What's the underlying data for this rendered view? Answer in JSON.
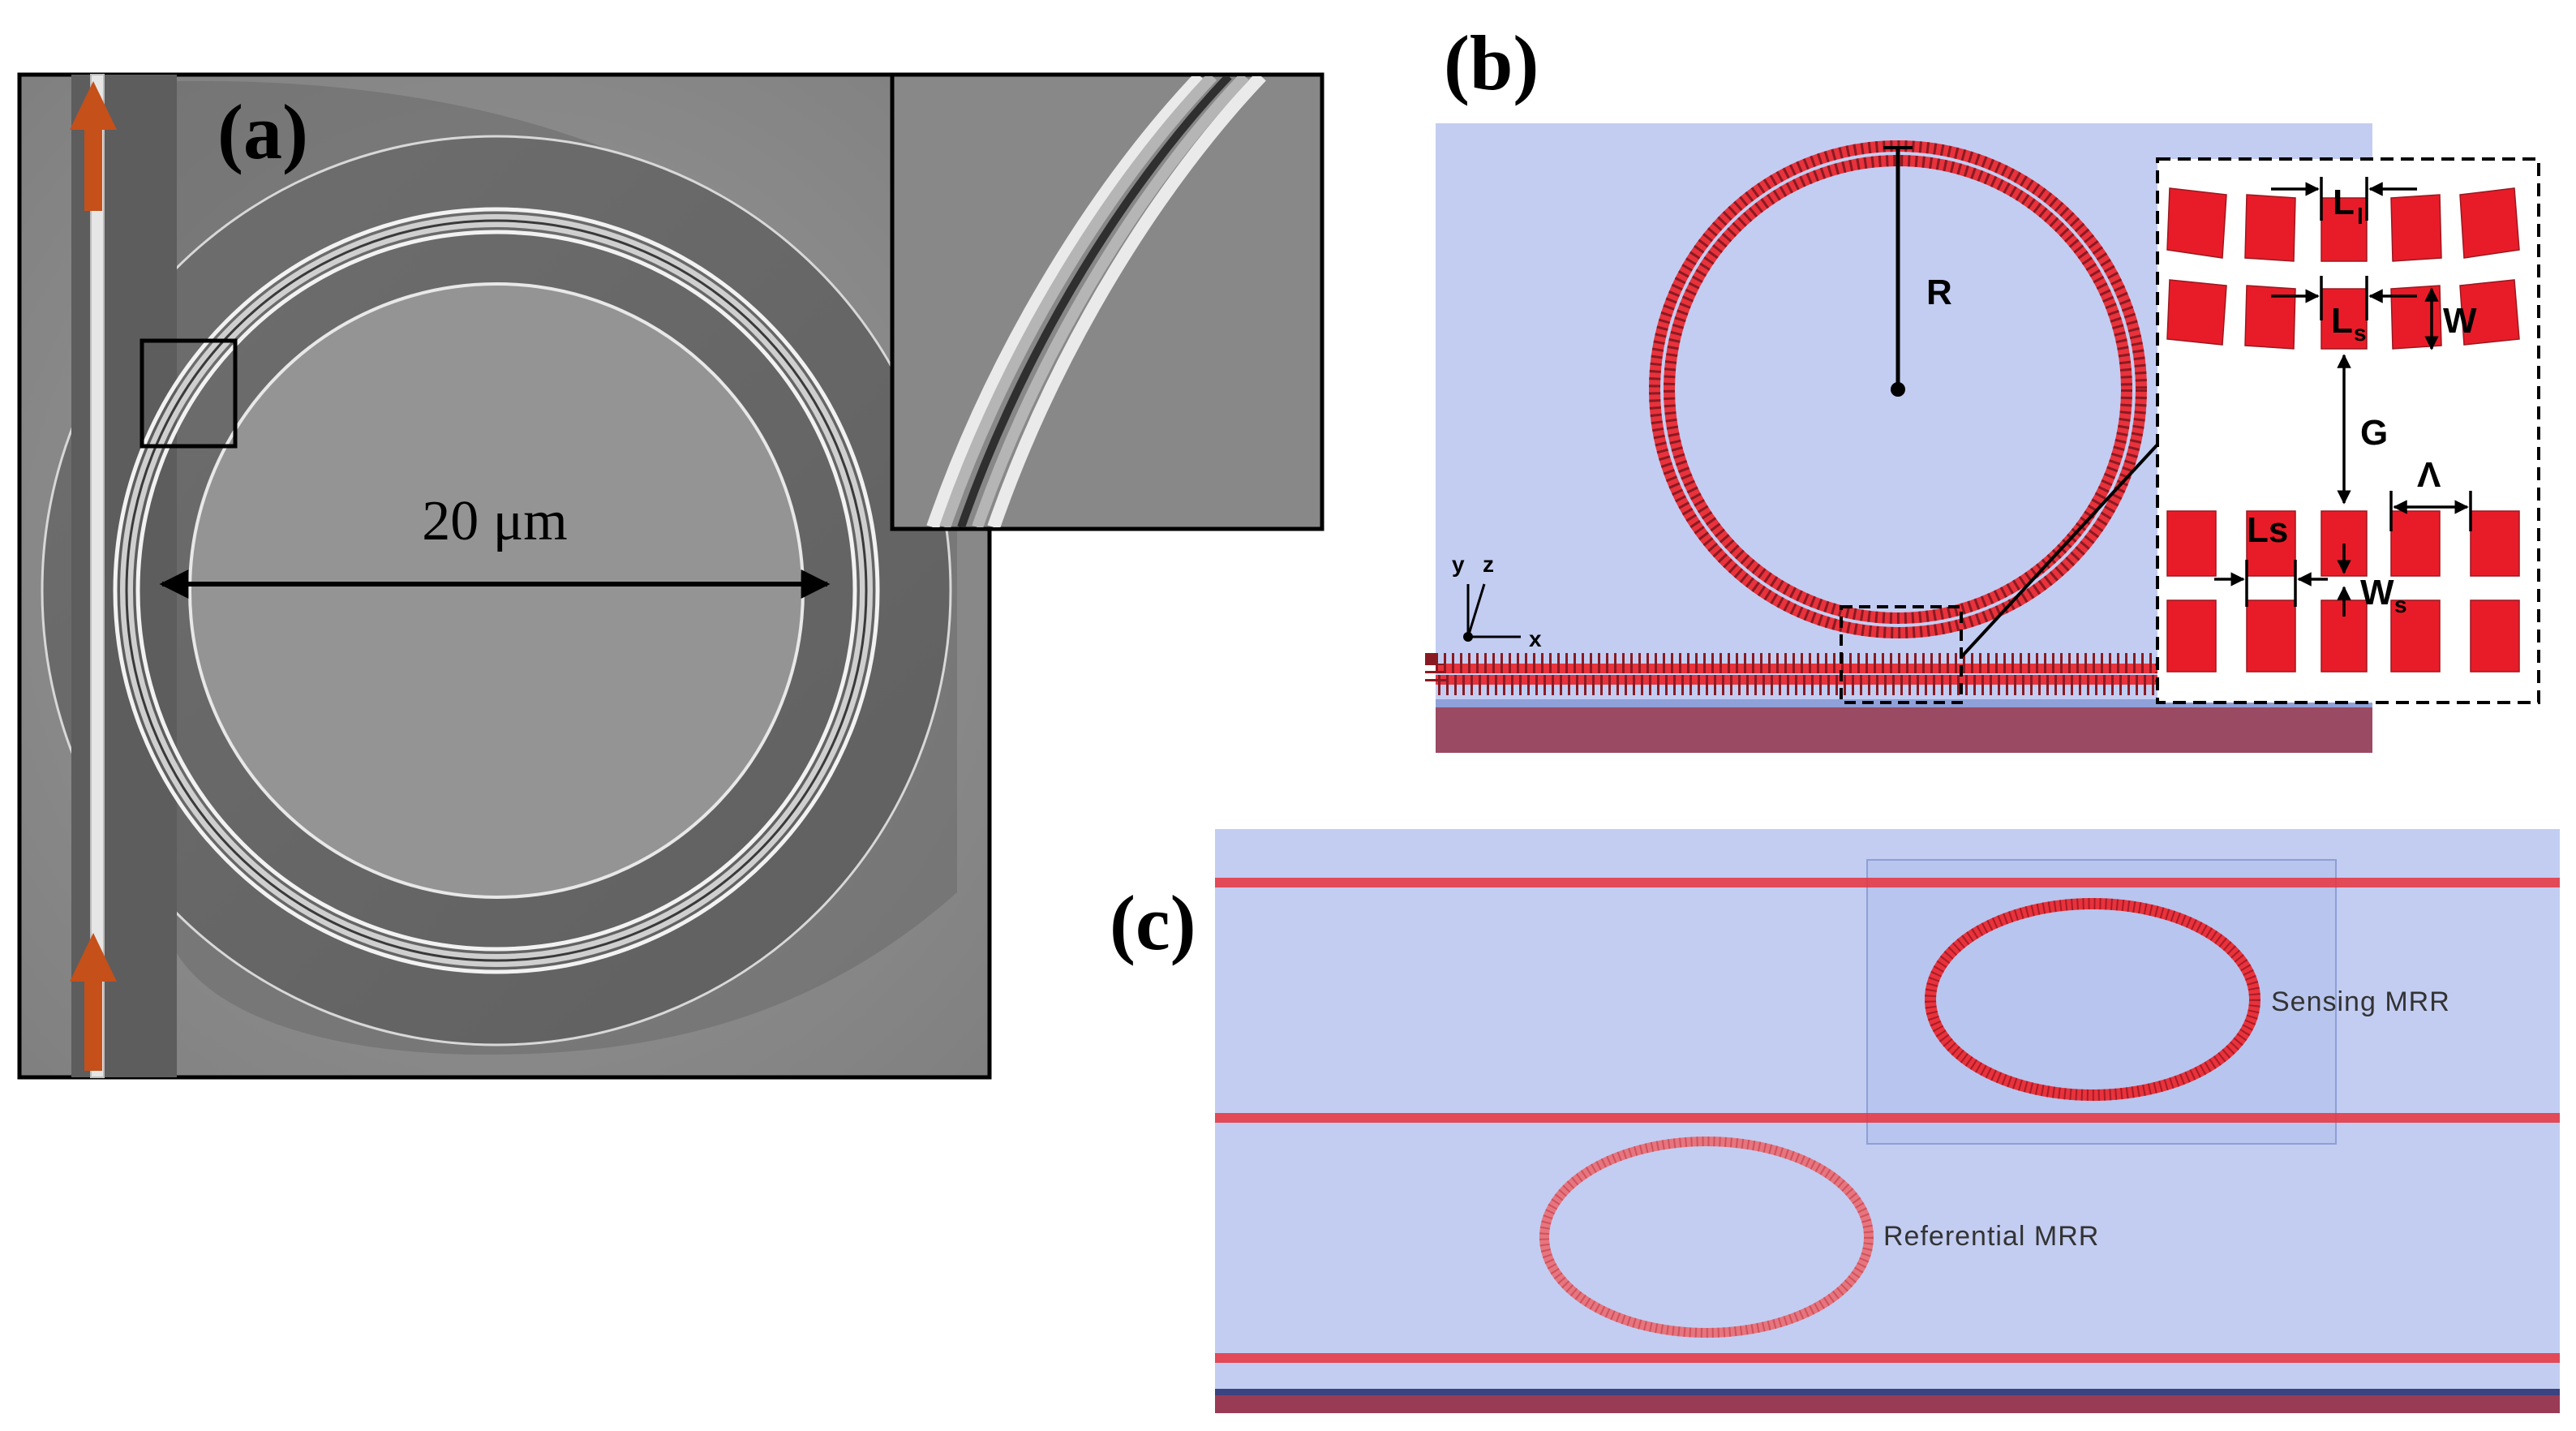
{
  "panels": {
    "a": {
      "label": "(a)",
      "dimension_label": "20 μm"
    },
    "b": {
      "label": "(b)",
      "radius_label": "R",
      "axis_labels": [
        "y",
        "z",
        "x"
      ],
      "inset_labels": {
        "l_top": "L",
        "l_top_sub": "l",
        "ls_top": "L",
        "ls_top_sub": "s",
        "w": "W",
        "g": "G",
        "period": "Λ",
        "ls_bottom": "Ls",
        "ws": "W",
        "ws_sub": "s"
      }
    },
    "c": {
      "label": "(c)",
      "sensing_label": "Sensing MRR",
      "referential_label": "Referential MRR"
    }
  },
  "colors": {
    "sem_bg": "#8a8a8a",
    "waveguide_red": "#e8323c",
    "sim_bg": "#c3cdf2",
    "substrate": "#9a4a62",
    "arrow_orange": "#c5501a"
  }
}
